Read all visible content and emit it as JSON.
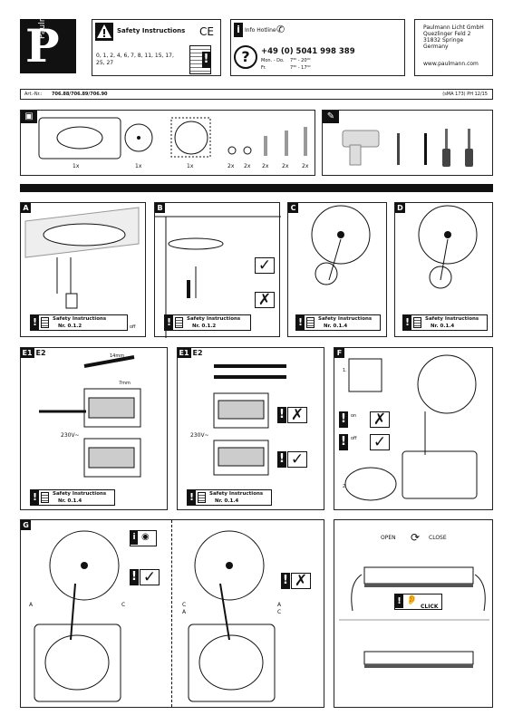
{
  "logo": {
    "brand": "Paulmann",
    "letter": "P"
  },
  "header": {
    "safety_title": "Safety Instructions",
    "ce_mark": "CE",
    "languages_line1": "0, 1, 2, 4, 6, 7, 8, 11, 15, 17,",
    "languages_line2": "25, 27",
    "hotline_label": "Info Hotline",
    "phone": "+49 (0) 5041 998 389",
    "hours_days1": "Mon. - Do.",
    "hours_time1": "7³⁰ - 20⁰⁰",
    "hours_days2": "Fr.",
    "hours_time2": "7³⁰ - 17⁰⁰",
    "company": "Paulmann Licht GmbH",
    "street": "Quezlinger Feld 2",
    "city": "31832 Springe",
    "country": "Germany",
    "website": "www.paulmann.com"
  },
  "article": {
    "prefix": "Art.-Nr.:",
    "numbers": "706.88/706.89/706.90",
    "ref": "(sMA 173) PH 12/15"
  },
  "parts": {
    "counts": [
      "1x",
      "1x",
      "1x",
      "2x",
      "2x",
      "2x",
      "2x",
      "2x"
    ]
  },
  "panels": {
    "A": {
      "letter": "A",
      "safety_label": "Safety Instructions",
      "safety_nr": "Nr. 0.1.2",
      "off_label": "off"
    },
    "B": {
      "letter": "B",
      "safety_label": "Safety Instructions",
      "safety_nr": "Nr. 0.1.2"
    },
    "C": {
      "letter": "C",
      "safety_label": "Safety Instructions",
      "safety_nr": "Nr. 0.1.4"
    },
    "D": {
      "letter": "D",
      "safety_label": "Safety Instructions",
      "safety_nr": "Nr. 0.1.4"
    },
    "E_left": {
      "letter1": "E1",
      "letter2": "E2",
      "dim1": "14mm",
      "dim2": "7mm",
      "voltage": "230V~",
      "safety_label": "Safety Instructions",
      "safety_nr": "Nr. 0.1.4"
    },
    "E_right": {
      "letter1": "E1",
      "letter2": "E2",
      "voltage": "230V~",
      "safety_label": "Safety Instructions",
      "safety_nr": "Nr. 0.1.4"
    },
    "F": {
      "letter": "F",
      "step1": "1.",
      "step2": "2.",
      "on_label": "on",
      "off_label": "off"
    },
    "G": {
      "letter": "G",
      "label_a": "A",
      "label_c": "C"
    },
    "open_close": {
      "open": "OPEN",
      "close": "CLOSE",
      "click": "CLICK"
    }
  },
  "colors": {
    "black": "#111111",
    "grey": "#cfcfcf",
    "dark_grey": "#555555"
  }
}
